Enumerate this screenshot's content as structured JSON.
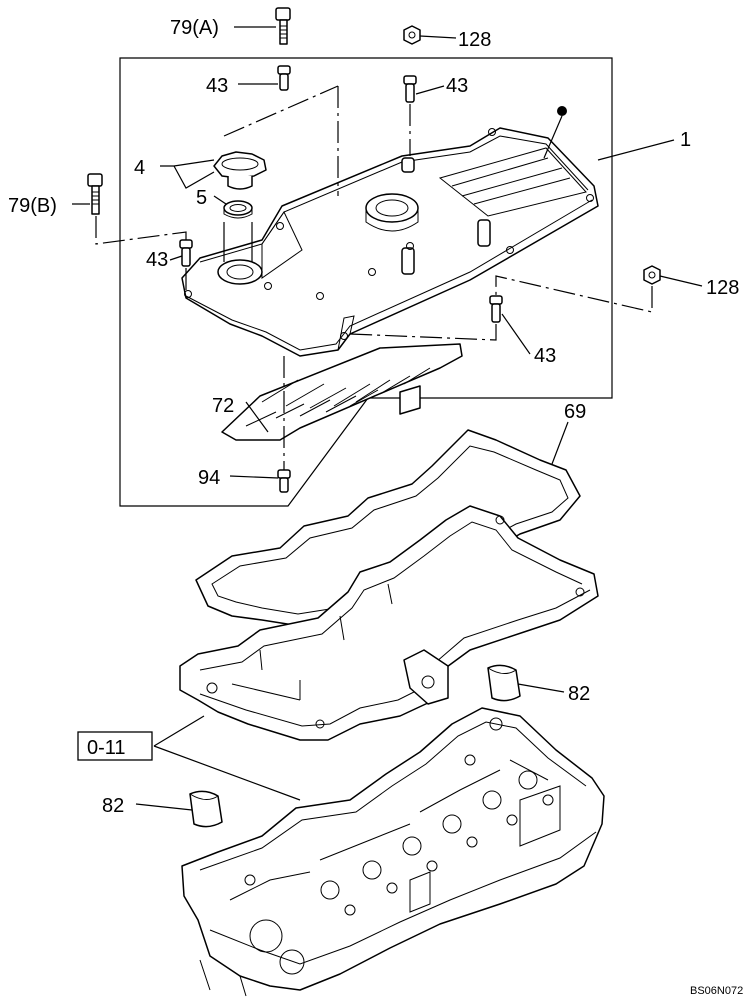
{
  "labels": {
    "l79a": "79(A)",
    "l128_top": "128",
    "l43_top_left": "43",
    "l43_top_right": "43",
    "l1": "1",
    "l4": "4",
    "l5": "5",
    "l79b": "79(B)",
    "l43_left": "43",
    "l128_right": "128",
    "l43_right": "43",
    "l72": "72",
    "l69": "69",
    "l94": "94",
    "l82_right": "82",
    "l011": "0-11",
    "l82_left": "82"
  },
  "drawing_code": "BS06N072"
}
